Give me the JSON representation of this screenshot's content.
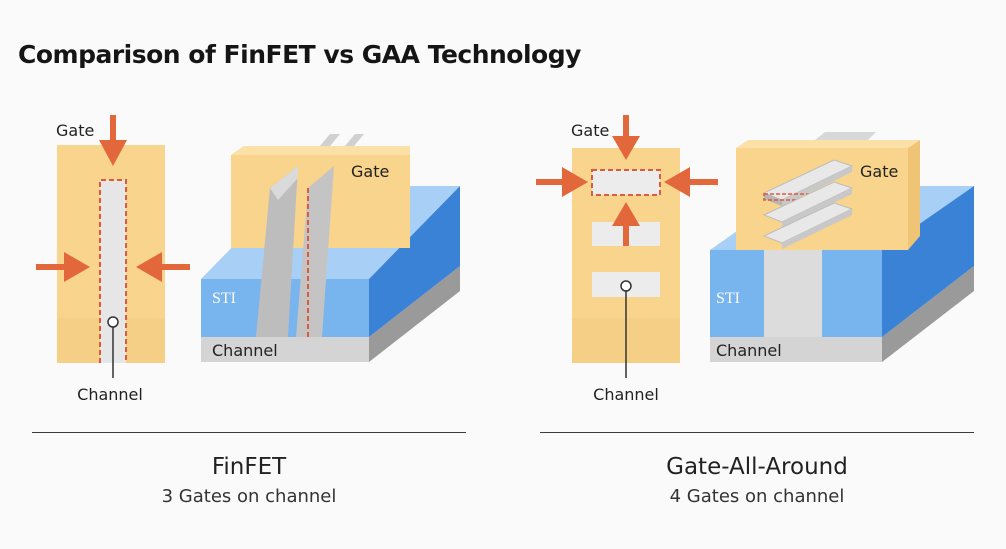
{
  "title": "Comparison of FinFET vs GAA Technology",
  "finfet": {
    "cross_section": {
      "gate_label": "Gate",
      "channel_label": "Channel"
    },
    "structure": {
      "gate_label": "Gate",
      "sti_label": "STI",
      "channel_label": "Channel"
    },
    "name": "FinFET",
    "description": "3 Gates on channel"
  },
  "gaa": {
    "cross_section": {
      "gate_label": "Gate",
      "channel_label": "Channel"
    },
    "structure": {
      "gate_label": "Gate",
      "sti_label": "STI",
      "channel_label": "Channel"
    },
    "name": "Gate-All-Around",
    "description": "4 Gates on channel"
  },
  "colors": {
    "gate": "#f8d48c",
    "gate_side": "#efc474",
    "sti": "#78b4ee",
    "sti_dark": "#3a82d6",
    "substrate": "#d4d4d4",
    "substrate_side": "#9a9a9a",
    "arrow": "#e2683c",
    "dashed_outline": "#de5a3c"
  }
}
